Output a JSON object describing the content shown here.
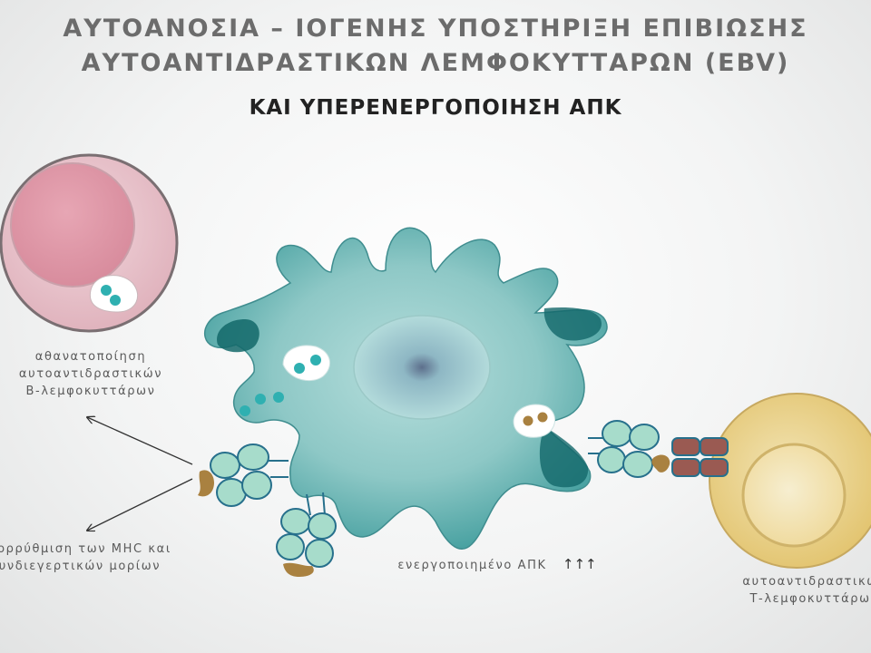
{
  "title": {
    "line1": "ΑΥΤΟΑΝΟΣΙΑ – ΙΟΓΕΝΗΣ ΥΠΟΣΤΗΡΙΞΗ ΕΠΙΒΙΩΣΗΣ",
    "line2": "ΑΥΤΟΑΝΤΙΔΡΑΣΤΙΚΩΝ ΛΕΜΦΟΚΥΤΤΑΡΩΝ (EBV)",
    "line3": "ΚΑΙ ΥΠΕΡΕΝΕΡΓΟΠΟΙΗΣΗ ΑΠΚ"
  },
  "labels": {
    "b_cell": {
      "line1": "αθανατοποίηση",
      "line2": "αυτοαντιδραστικών",
      "line3": "Β-λεμφοκυττάρων"
    },
    "mhc": {
      "line1": "Απορρύθμιση των MHC και",
      "line2": "συνδιεγερτικών μορίων"
    },
    "apc": {
      "text": "ενεργοποιημένο ΑΠΚ",
      "arrows": "↑↑↑"
    },
    "t_cell": {
      "line1": "αυτοαντιδραστικών",
      "line2": "Τ-λεμφοκυττάρων"
    }
  },
  "colors": {
    "apc_body": "#8ec8c6",
    "apc_dark": "#13686a",
    "b_cell": "#e8b7c0",
    "t_cell": "#e8cf7e",
    "mhc": "#a7dccb",
    "mhc_stroke": "#27708c",
    "tcr": "#9a5a52",
    "peptide": "#a98140"
  }
}
